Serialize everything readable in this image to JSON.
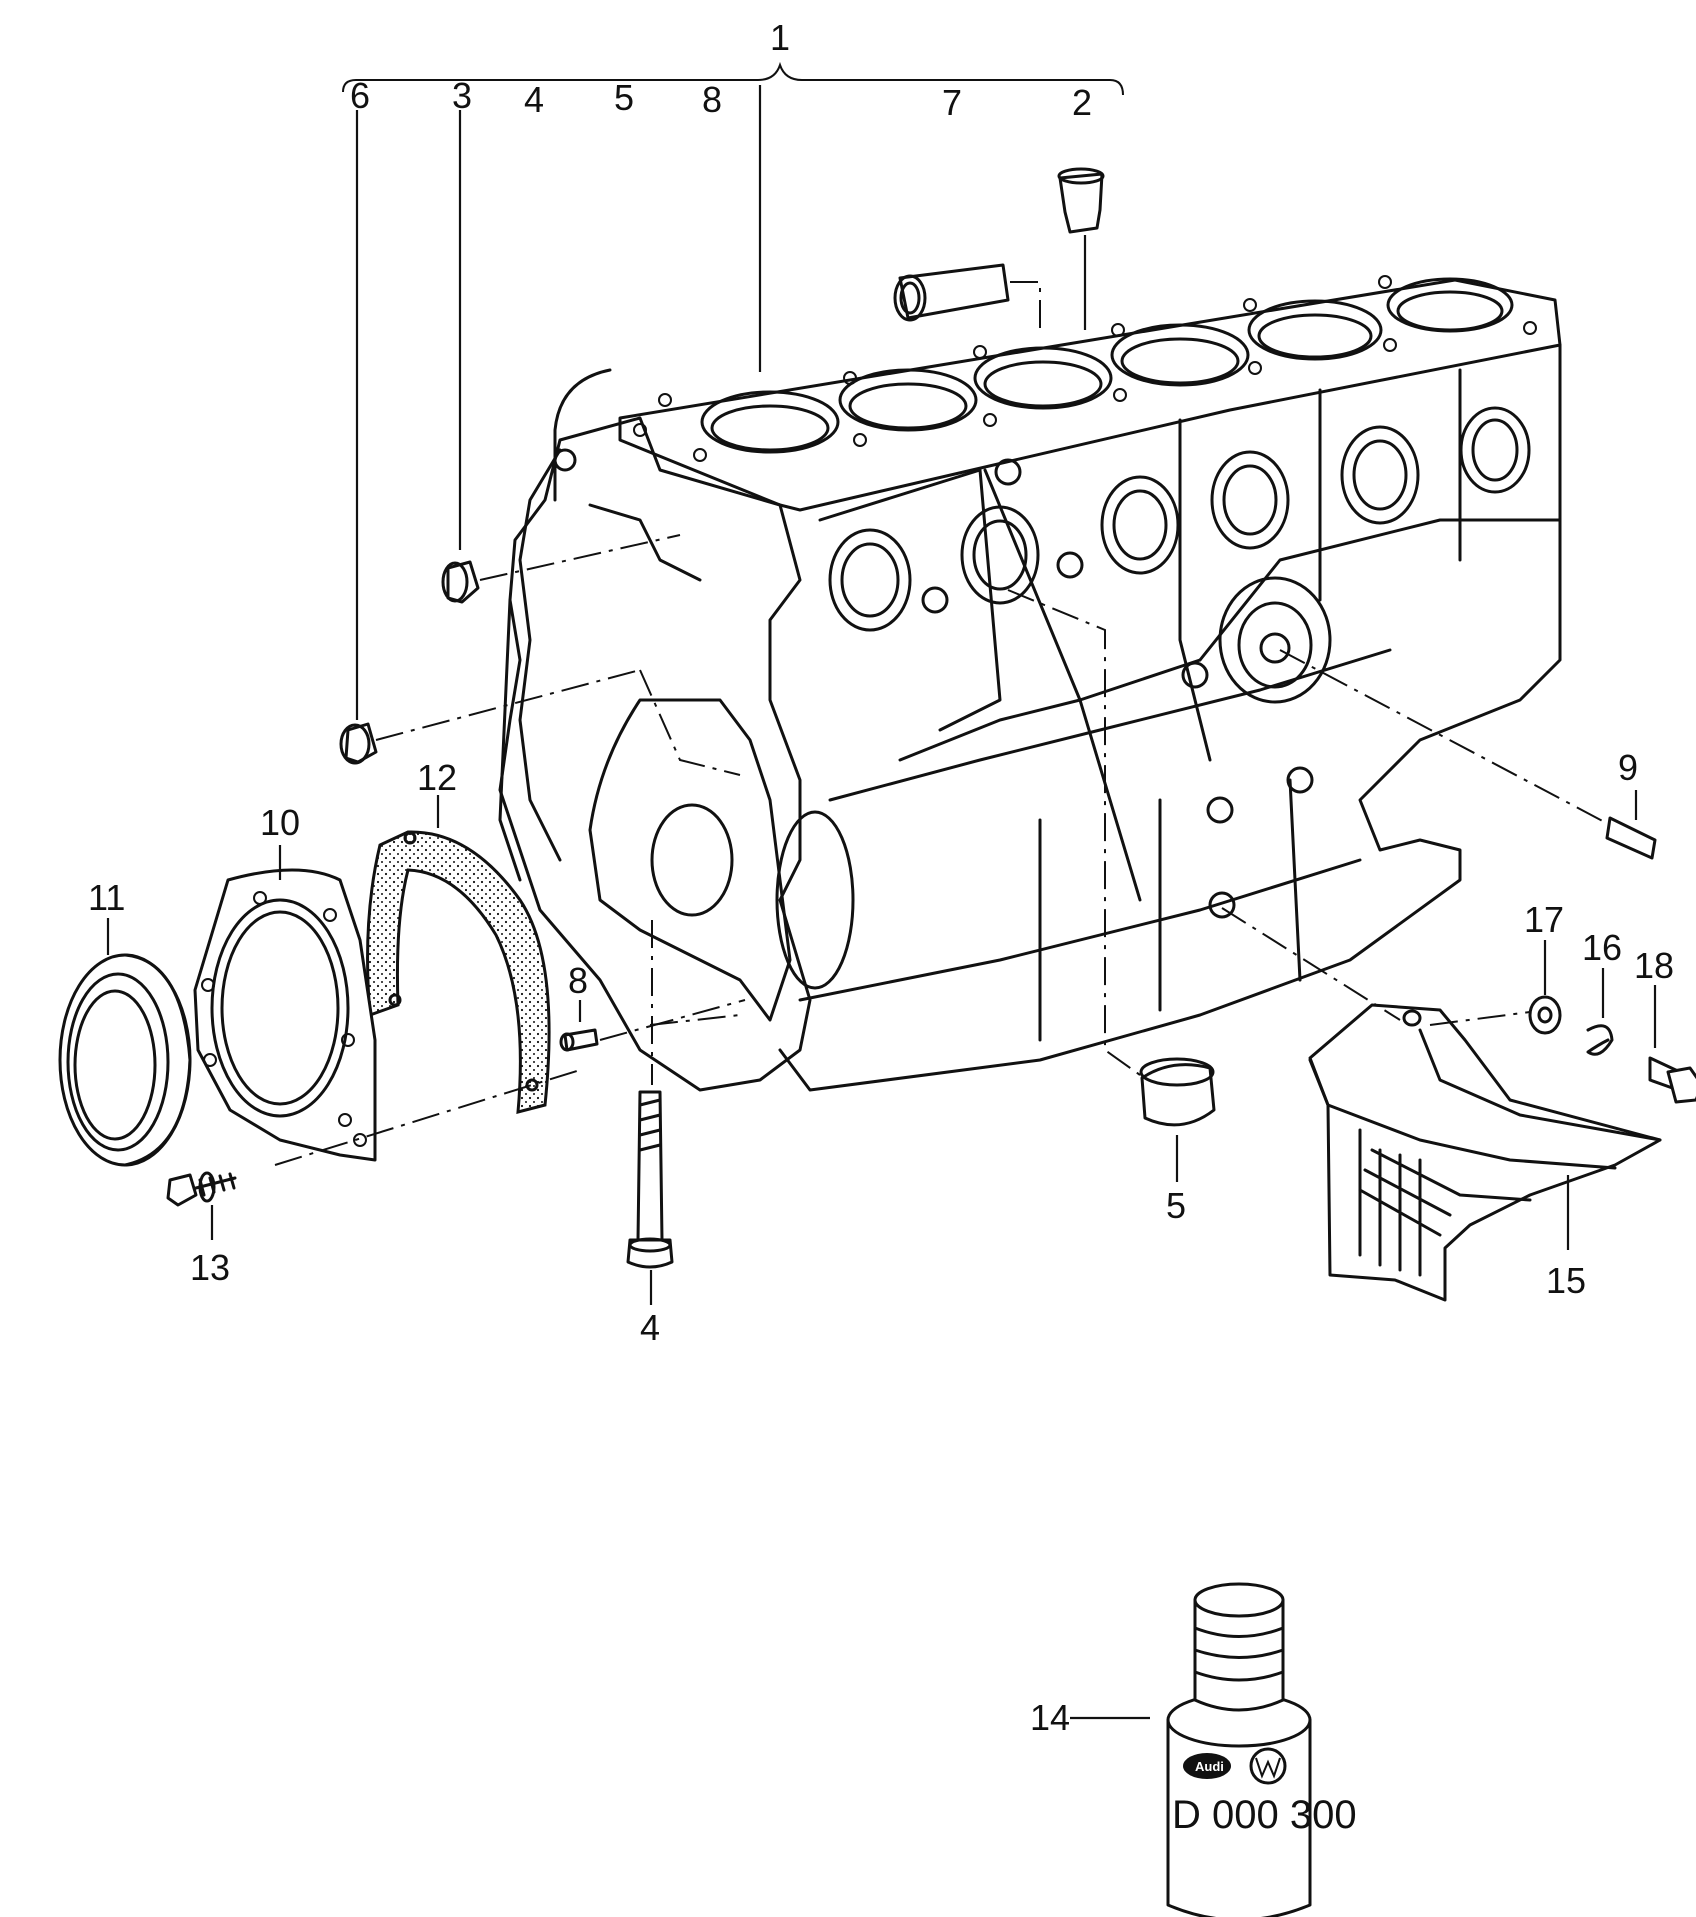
{
  "callouts": {
    "c1": "1",
    "c2": "2",
    "c3": "3",
    "c4_top": "4",
    "c4_bolt": "4",
    "c5_top": "5",
    "c5_bush": "5",
    "c6": "6",
    "c7": "7",
    "c8_top": "8",
    "c8_pin": "8",
    "c9": "9",
    "c10": "10",
    "c11": "11",
    "c12": "12",
    "c13": "13",
    "c14": "14",
    "c15": "15",
    "c16": "16",
    "c17": "17",
    "c18": "18"
  },
  "sealant_can": {
    "label": "D 000 300",
    "brand_logos": [
      "audi-logo",
      "vw-logo"
    ]
  },
  "colors": {
    "ink": "#111111",
    "paper": "#ffffff"
  }
}
